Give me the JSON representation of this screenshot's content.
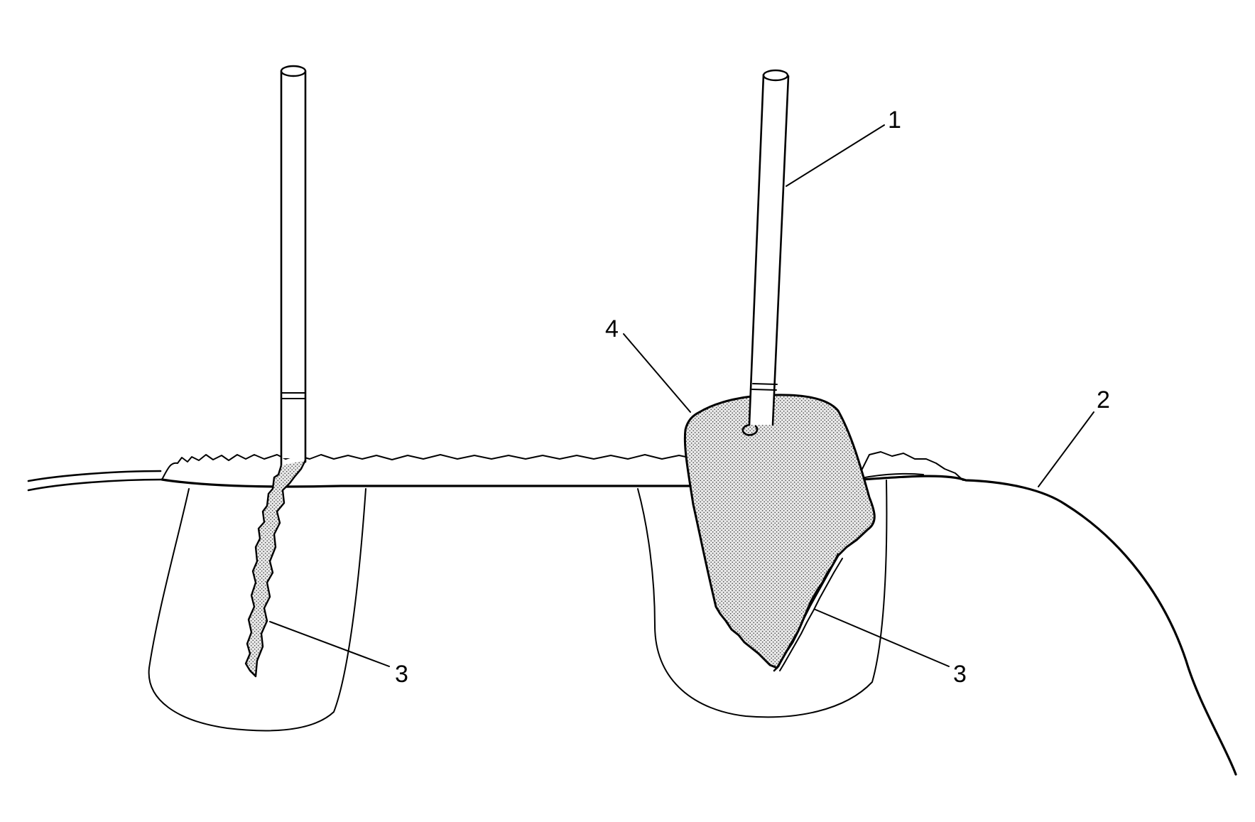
{
  "callouts": {
    "c1": "1",
    "c2": "2",
    "c3_left": "3",
    "c3_right": "3",
    "c4": "4"
  },
  "colors": {
    "line": "#000000",
    "background": "#ffffff",
    "stipple": "#444444"
  }
}
